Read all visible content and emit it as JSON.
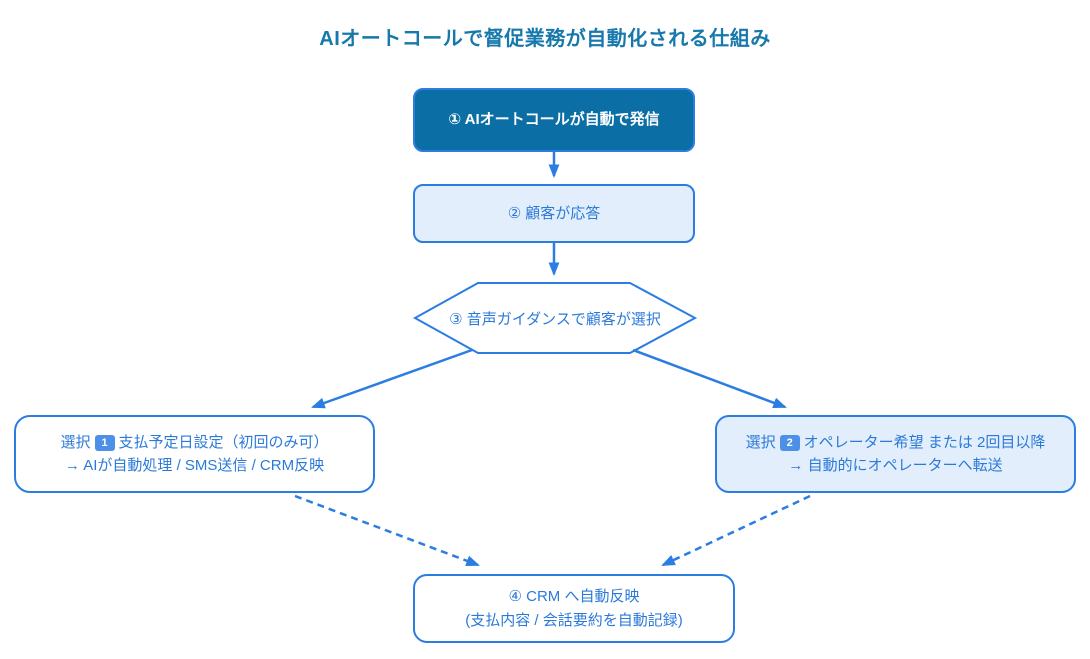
{
  "title": "AIオートコールで督促業務が自動化される仕組み",
  "flow": {
    "step1": {
      "label": "① AIオートコールが自動で発信"
    },
    "step2": {
      "label": "② 顧客が応答"
    },
    "decision": {
      "label": "③ 音声ガイダンスで顧客が選択"
    },
    "option1": {
      "prefix": "選択",
      "badge": "1",
      "line1": "支払予定日設定（初回のみ可）",
      "line2": "→ AIが自動処理 / SMS送信 / CRM反映"
    },
    "option2": {
      "prefix": "選択",
      "badge": "2",
      "line1": "オペレーター希望 または 2回目以降",
      "line2": "→ 自動的にオペレーターへ転送"
    },
    "step4": {
      "line1": "④ CRM へ自動反映",
      "line2": "(支払内容 / 会話要約を自動記録)"
    }
  },
  "colors": {
    "title": "#1678ab",
    "primary_fill": "#0b6fa5",
    "light_fill": "#e2eefb",
    "border": "#2b7de2",
    "arrow": "#2b7de2",
    "text_blue": "#2b7ad9",
    "badge_bg": "#4d90e8"
  }
}
